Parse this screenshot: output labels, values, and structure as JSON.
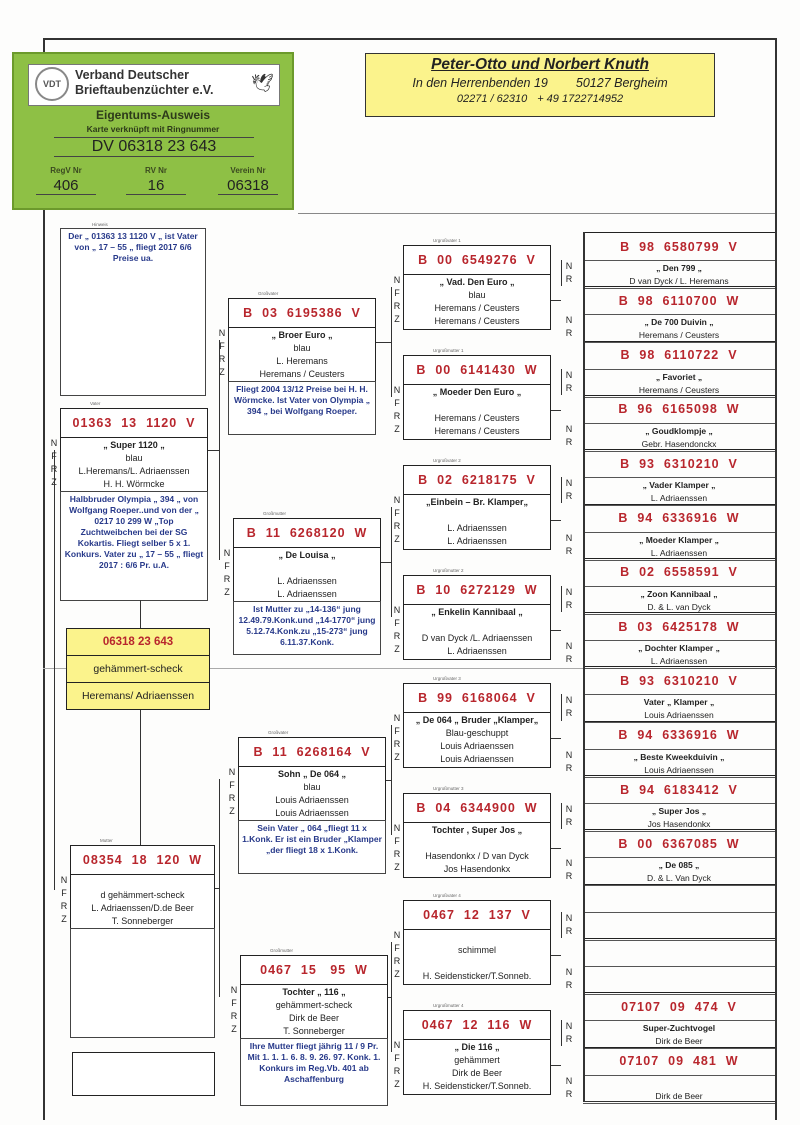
{
  "badge": {
    "logo_text": "VDT",
    "org_line1": "Verband Deutscher",
    "org_line2": "Brieftaubenzüchter e.V.",
    "title": "Eigentums-Ausweis",
    "subtitle": "Karte verknüpft mit Ringnummer",
    "ring": "DV 06318 23 643",
    "fields": [
      {
        "label": "RegV Nr",
        "value": "406"
      },
      {
        "label": "RV Nr",
        "value": "16"
      },
      {
        "label": "Verein Nr",
        "value": "06318"
      }
    ]
  },
  "owner": {
    "name": "Peter-Otto und Norbert Knuth",
    "street": "In den Herrenbenden 19",
    "city": "50127 Bergheim",
    "phone": "02271 / 62310",
    "mobile": "+ 49 1722714952"
  },
  "nfrz": [
    "N",
    "F",
    "R",
    "Z"
  ],
  "nr": [
    "N",
    "R"
  ],
  "note": {
    "label": "Hinweis",
    "text": "Der „ 01363 13 1120 V „ ist Vater von „ 17 – 55 „ fliegt 2017  6/6 Preise ua."
  },
  "subject": {
    "ring": "06318  23  643",
    "color": "gehämmert-scheck",
    "breeder": "Heremans/ Adriaenssen"
  },
  "parents": [
    {
      "label": "Vater",
      "ring": "01363  13  1120  V",
      "lines": [
        "„ Super 1120 „",
        "blau",
        "L.Heremans/L. Adriaenssen",
        "H. H. Wörmcke"
      ],
      "note": "Halbbruder Olympia „ 394 „ von Wolfgang Roeper..und von der „ 0217 10 299 W „Top Zuchtweibchen bei der SG Kokartis. Fliegt selber 5 x 1. Konkurs. Vater zu „ 17 – 55 „ fliegt 2017 :  6/6 Pr. u.A."
    },
    {
      "label": "Mutter",
      "ring": "08354  18  120  W",
      "lines": [
        "",
        "d gehämmert-scheck",
        "L. Adriaenssen/D.de Beer",
        "T. Sonneberger"
      ],
      "note": ""
    }
  ],
  "grandparents": [
    {
      "label": "Großvater",
      "ring": "B  03  6195386  V",
      "lines": [
        "„ Broer Euro „",
        "blau",
        "L. Heremans",
        "Heremans / Ceusters"
      ],
      "note": "Fliegt 2004   13/12 Preise bei H. H. Wörmcke. Ist Vater von Olympia „ 394 „ bei Wolfgang Roeper."
    },
    {
      "label": "Großmutter",
      "ring": "B  11  6268120  W",
      "lines": [
        "„ De Louisa „",
        "",
        "L. Adriaenssen",
        "L. Adriaenssen"
      ],
      "note": "Ist Mutter zu „14-136“ jung 12.49.79.Konk.und „14-1770“ jung 5.12.74.Konk.zu „15-273“ jung 6.11.37.Konk."
    },
    {
      "label": "Großvater",
      "ring": "B  11  6268164  V",
      "lines": [
        "Sohn „ De 064 „",
        "blau",
        "Louis Adriaenssen",
        "Louis Adriaenssen"
      ],
      "note": "Sein Vater „ 064 „fliegt 11 x 1.Konk. Er ist ein Bruder „Klamper „der fliegt 18 x 1.Konk."
    },
    {
      "label": "Großmutter",
      "ring": "0467  15   95  W",
      "lines": [
        "Tochter „ 116 „",
        "gehämmert-scheck",
        "Dirk de Beer",
        "T. Sonneberger"
      ],
      "note": "Ihre Mutter fliegt jährig 11 / 9 Pr. Mit 1. 1. 1. 6. 8. 9. 26. 97. Konk.  1. Konkurs im Reg.Vb. 401 ab Aschaffenburg"
    }
  ],
  "great_grandparents": [
    {
      "label": "Urgroßvater 1",
      "ring": "B  00  6549276  V",
      "lines": [
        "„ Vad. Den Euro „",
        "blau",
        "Heremans / Ceusters",
        "Heremans / Ceusters"
      ]
    },
    {
      "label": "Urgroßmutter 1",
      "ring": "B  00  6141430  W",
      "lines": [
        "„ Moeder Den Euro „",
        "",
        "Heremans / Ceusters",
        "Heremans / Ceusters"
      ]
    },
    {
      "label": "Urgroßvater 2",
      "ring": "B  02  6218175  V",
      "lines": [
        "„Einbein – Br. Klamper„",
        "",
        "L. Adriaenssen",
        "L. Adriaenssen"
      ]
    },
    {
      "label": "Urgroßmutter 2",
      "ring": "B  10  6272129  W",
      "lines": [
        "„ Enkelin Kannibaal „",
        "",
        "D van Dyck /L. Adriaenssen",
        "L. Adriaenssen"
      ]
    },
    {
      "label": "Urgroßvater 3",
      "ring": "B  99  6168064  V",
      "lines": [
        "„ De 064 „ Bruder „Klamper„",
        "Blau-geschuppt",
        "Louis Adriaenssen",
        "Louis Adriaenssen"
      ]
    },
    {
      "label": "Urgroßmutter 3",
      "ring": "B  04  6344900  W",
      "lines": [
        "Tochter , Super Jos „",
        "",
        "Hasendonkx / D van Dyck",
        "Jos Hasendonkx"
      ]
    },
    {
      "label": "Urgroßvater 4",
      "ring": "0467  12  137  V",
      "lines": [
        "",
        "schimmel",
        "",
        "H. Seidensticker/T.Sonneb."
      ]
    },
    {
      "label": "Urgroßmutter 4",
      "ring": "0467  12  116  W",
      "lines": [
        "„ Die 116 „",
        "gehämmert",
        "Dirk de Beer",
        "H. Seidensticker/T.Sonneb."
      ]
    }
  ],
  "gg_grandparents": [
    {
      "ring": "B  98  6580799  V",
      "name": "„ Den 799 „",
      "breeder": "D van Dyck / L. Heremans"
    },
    {
      "ring": "B  98  6110700  W",
      "name": "„ De 700 Duivin „",
      "breeder": "Heremans / Ceusters"
    },
    {
      "ring": "B  98  6110722  V",
      "name": "„ Favoriet „",
      "breeder": "Heremans / Ceusters"
    },
    {
      "ring": "B  96  6165098  W",
      "name": "„ Goudklompje „",
      "breeder": "Gebr. Hasendonckx"
    },
    {
      "ring": "B  93  6310210  V",
      "name": "„ Vader Klamper „",
      "breeder": "L. Adriaenssen"
    },
    {
      "ring": "B  94  6336916  W",
      "name": "„ Moeder Klamper „",
      "breeder": "L. Adriaenssen"
    },
    {
      "ring": "B  02  6558591  V",
      "name": "„ Zoon Kannibaal „",
      "breeder": "D. & L. van Dyck"
    },
    {
      "ring": "B  03  6425178  W",
      "name": "„ Dochter Klamper „",
      "breeder": "L. Adriaenssen"
    },
    {
      "ring": "B  93  6310210  V",
      "name": "Vater „ Klamper „",
      "breeder": "Louis Adriaenssen"
    },
    {
      "ring": "B  94  6336916  W",
      "name": "„ Beste Kweekduivin „",
      "breeder": "Louis Adriaenssen"
    },
    {
      "ring": "B  94  6183412  V",
      "name": "„ Super Jos „",
      "breeder": "Jos Hasendonkx"
    },
    {
      "ring": "B  00  6367085  W",
      "name": "„ De 085 „",
      "breeder": "D. & L. Van Dyck"
    },
    {
      "ring": "",
      "name": "",
      "breeder": ""
    },
    {
      "ring": "",
      "name": "",
      "breeder": ""
    },
    {
      "ring": "07107  09  474  V",
      "name": "Super-Zuchtvogel",
      "breeder": "Dirk de Beer"
    },
    {
      "ring": "07107  09  481  W",
      "name": "",
      "breeder": "Dirk de Beer"
    }
  ],
  "colors": {
    "ring_red": "#b8262d",
    "note_blue": "#27398a",
    "badge_green": "#8ec045",
    "highlight_yellow": "#fbf38c"
  }
}
